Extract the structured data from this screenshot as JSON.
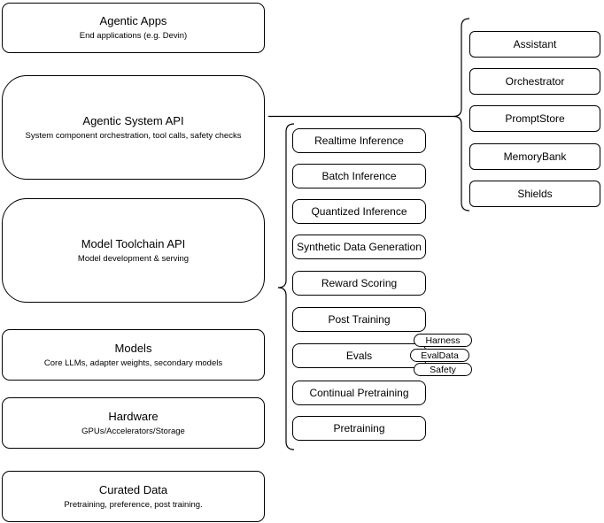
{
  "diagram": {
    "left_stack": [
      {
        "title": "Agentic Apps",
        "subtitle": "End applications (e.g. Devin)"
      },
      {
        "title": "Agentic System API",
        "subtitle": "System component orchestration, tool calls, safety checks"
      },
      {
        "title": "Model Toolchain API",
        "subtitle": "Model development & serving"
      },
      {
        "title": "Models",
        "subtitle": "Core LLMs, adapter weights, secondary models"
      },
      {
        "title": "Hardware",
        "subtitle": "GPUs/Accelerators/Storage"
      },
      {
        "title": "Curated Data",
        "subtitle": "Pretraining, preference, post training."
      }
    ],
    "toolchain_items": [
      "Realtime Inference",
      "Batch Inference",
      "Quantized Inference",
      "Synthetic Data Generation",
      "Reward Scoring",
      "Post Training",
      "Evals",
      "Continual Pretraining",
      "Pretraining"
    ],
    "evals_tags": [
      "Harness",
      "EvalData",
      "Safety"
    ],
    "system_components": [
      "Assistant",
      "Orchestrator",
      "PromptStore",
      "MemoryBank",
      "Shields"
    ],
    "colors": {
      "stroke": "#000000",
      "fill": "#ffffff",
      "text": "#000000",
      "background": "#ffffff"
    }
  }
}
